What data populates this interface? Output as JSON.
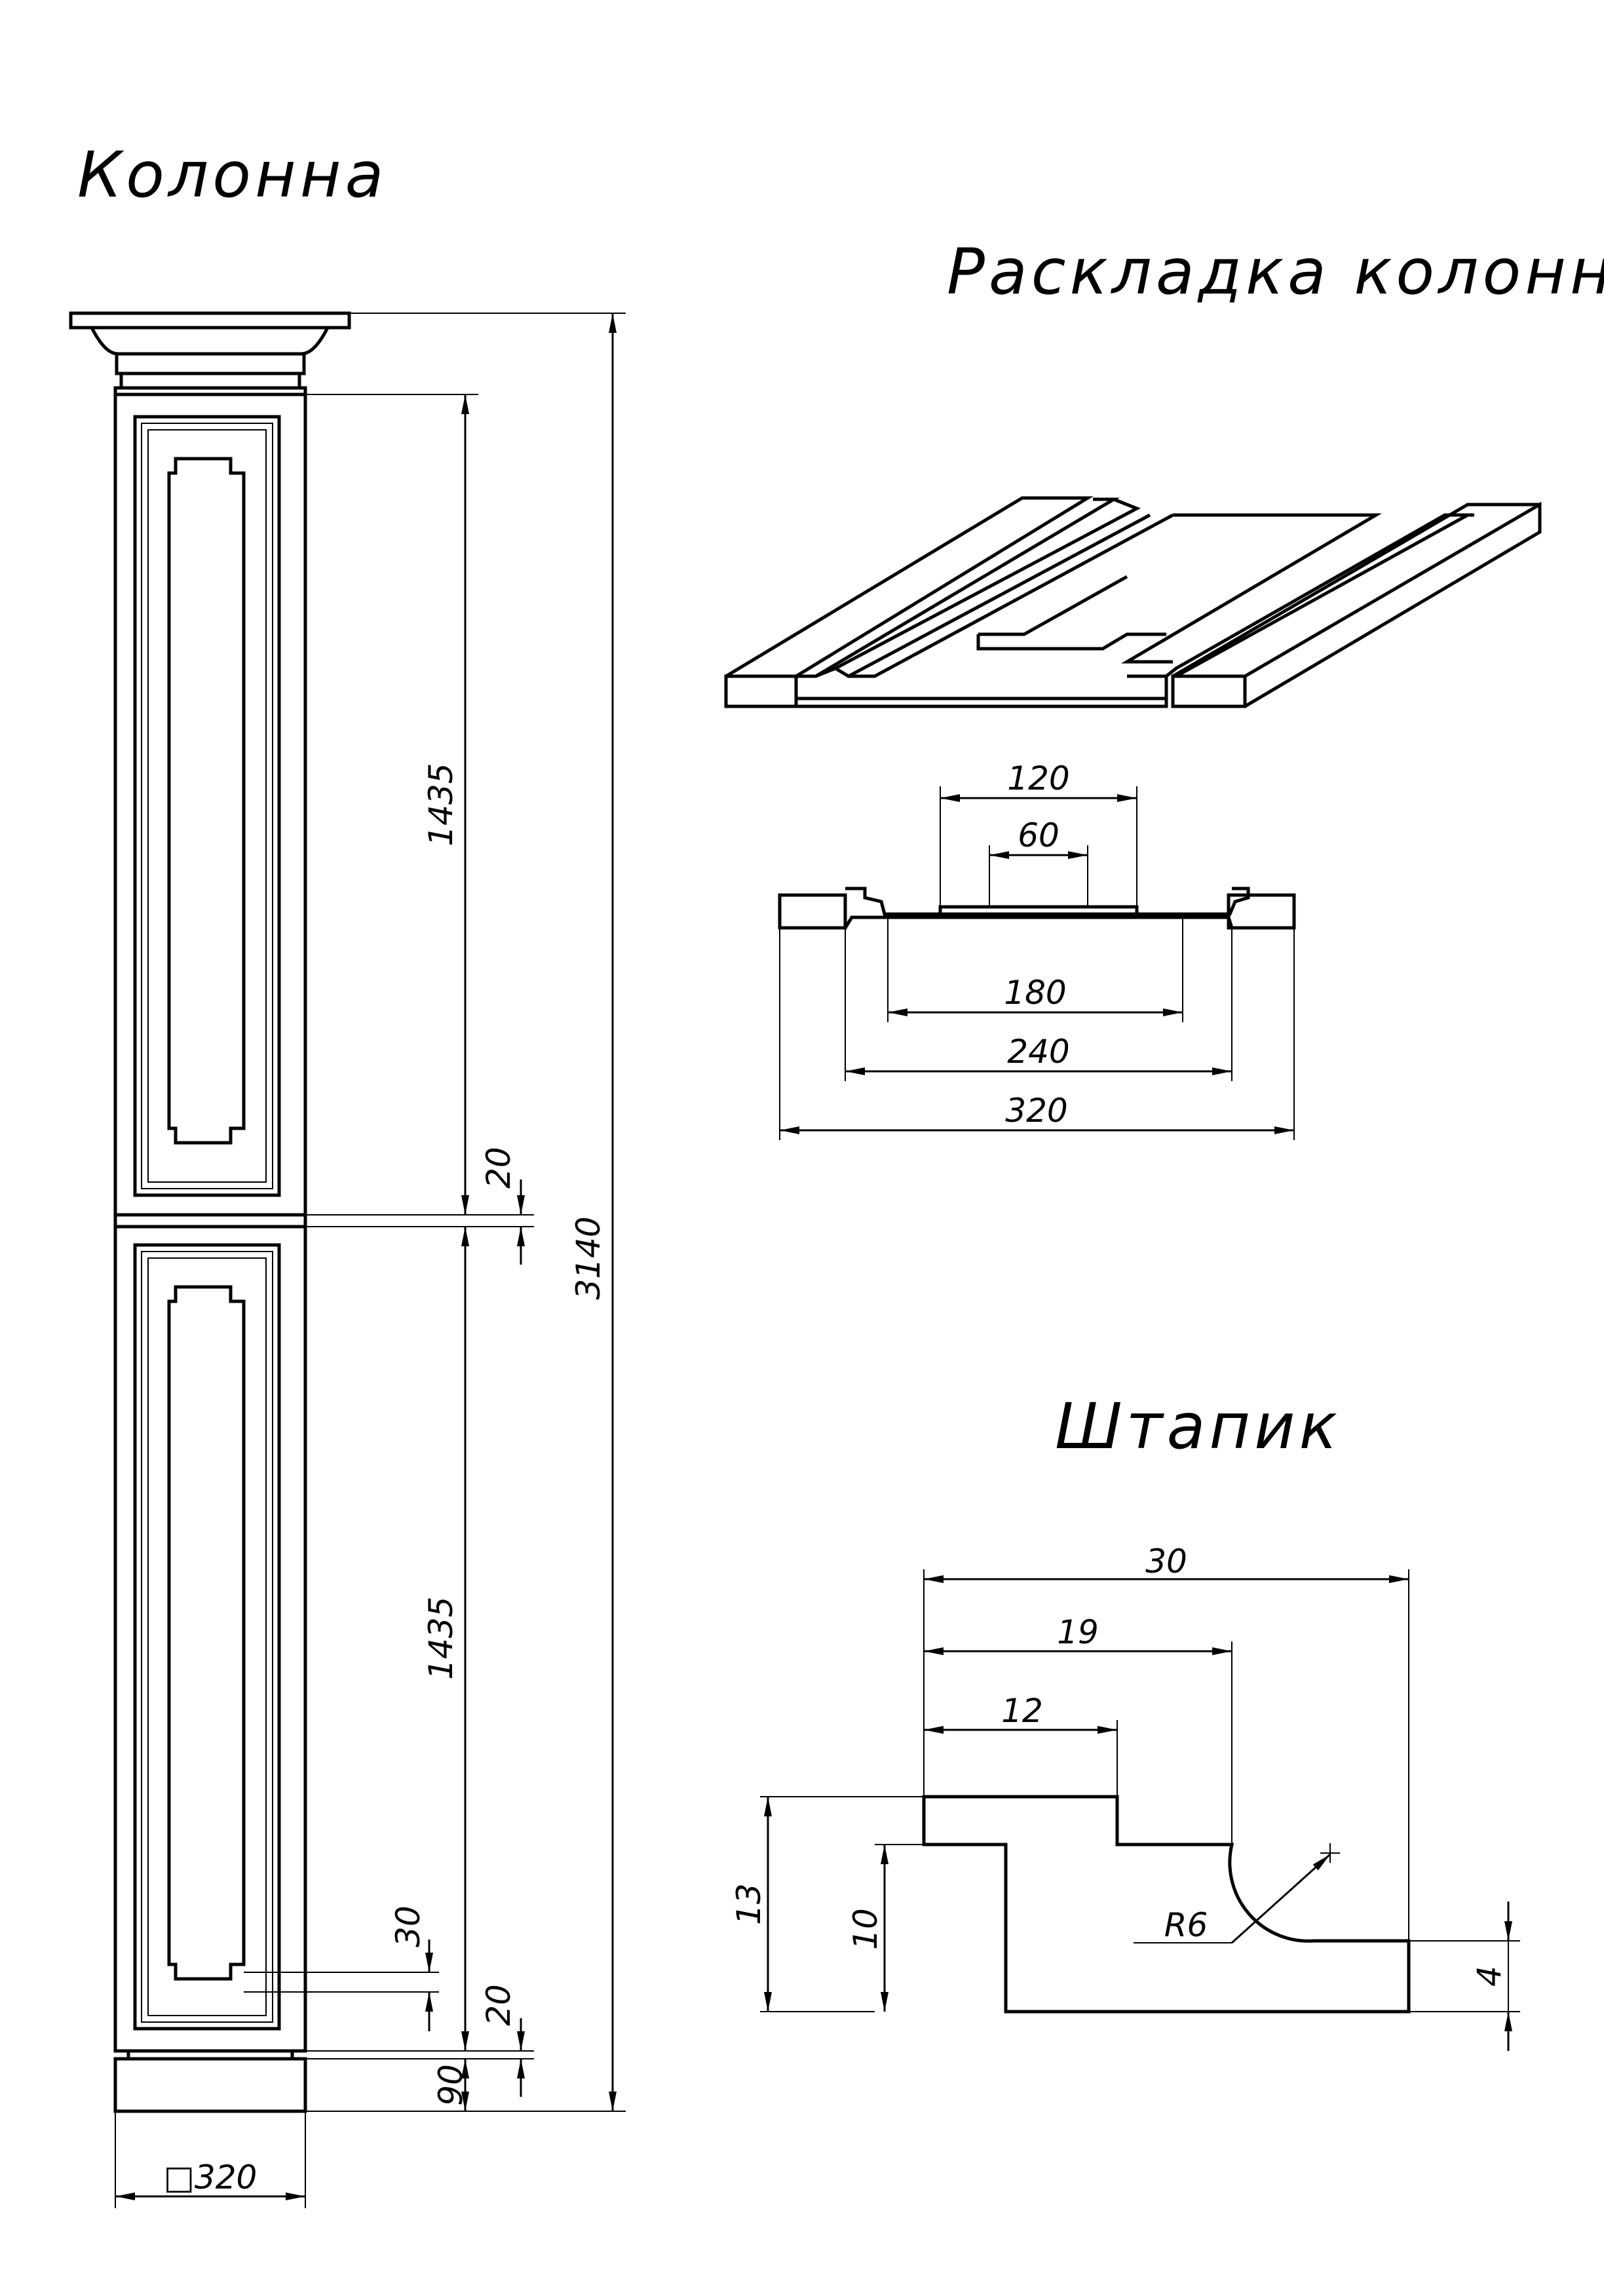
{
  "titles": {
    "column": "Колонна",
    "layout": "Раскладка колонны",
    "bead": "Штапик"
  },
  "column_dims": {
    "total_height": "3140",
    "panel_top": "1435",
    "panel_bottom": "1435",
    "gap_upper": "20",
    "gap_lower": "20",
    "inset": "30",
    "base": "90",
    "width": "□320"
  },
  "layout_dims": {
    "d120": "120",
    "d60": "60",
    "d180": "180",
    "d240": "240",
    "d320": "320"
  },
  "bead_dims": {
    "d30": "30",
    "d19": "19",
    "d12": "12",
    "d13": "13",
    "d10": "10",
    "r6": "R6",
    "d4": "4"
  }
}
